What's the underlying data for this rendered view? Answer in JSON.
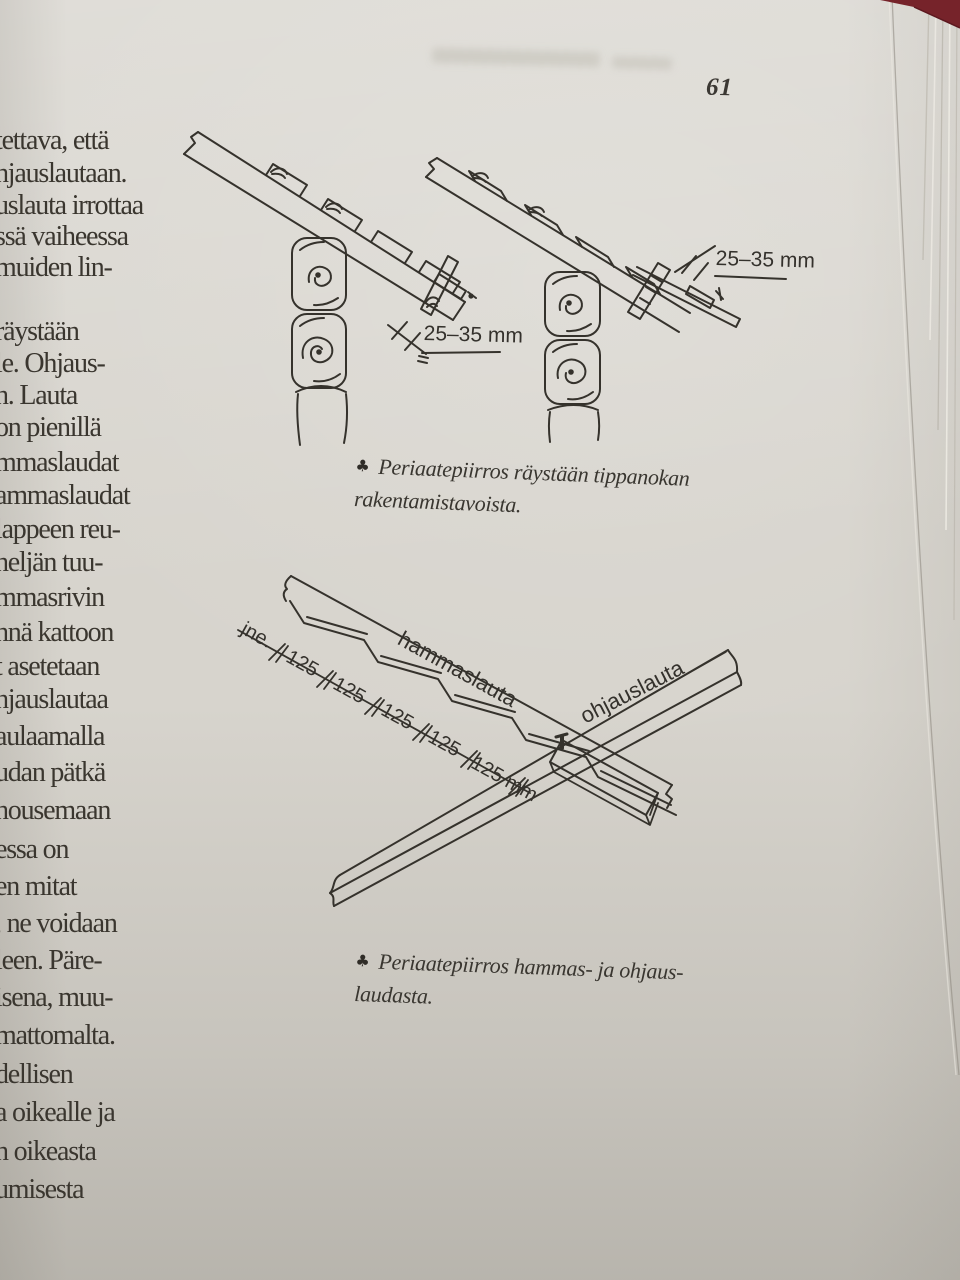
{
  "page": {
    "number": "61"
  },
  "left_column": {
    "lines": [
      "tettava, että",
      "hjauslautaan.",
      "uslauta irrottaa",
      "ssä vaiheessa",
      "muiden lin-",
      "räystään",
      "le. Ohjaus-",
      "n. Lauta",
      "on pienillä",
      "mmaslaudat",
      "ammaslaudat",
      "lappeen reu-",
      "neljän tuu-",
      "mmasrivin",
      "nnä kattoon",
      "t asetetaan",
      "hjauslautaa",
      "aulaamalla",
      "udan pätkä",
      "nousemaan",
      "essa on",
      "en mitat",
      ", ne voidaan",
      "leen. Päre-",
      "isena, muu-",
      "mattomalta.",
      "dellisen",
      "a oikealle ja",
      "n oikeasta",
      "umisesta"
    ]
  },
  "figure1": {
    "dim_left": "25–35 mm",
    "dim_right": "25–35 mm",
    "caption": {
      "marker": "♣",
      "line1": "Periaatepiirros räystään tippanokan",
      "line2": "rakentamistavoista."
    }
  },
  "figure2": {
    "label_hammaslauta": "hammaslauta",
    "label_ohjauslauta": "ohjauslauta",
    "dims": [
      "jne.",
      "125",
      "125",
      "125",
      "125",
      "125 mm"
    ],
    "caption": {
      "marker": "♣",
      "line1": "Periaatepiirros hammas- ja ohjaus-",
      "line2": "laudasta."
    }
  },
  "colors": {
    "paper": "#d7d4cd",
    "ink": "#35322c",
    "cover_edge": "#76232a"
  }
}
